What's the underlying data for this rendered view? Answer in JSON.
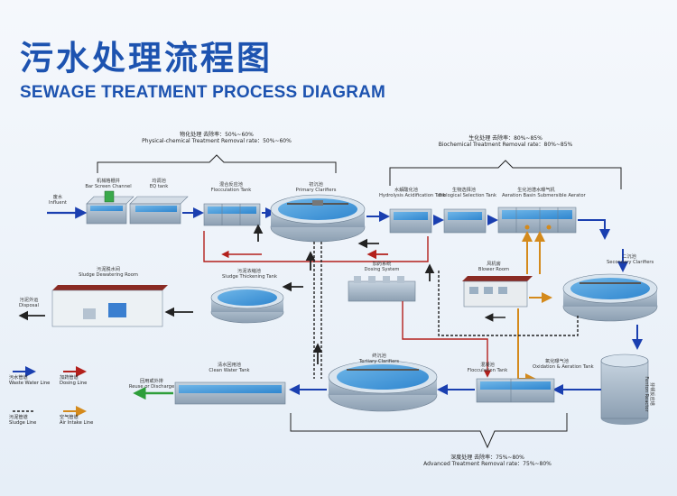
{
  "title": {
    "cn": "污水处理流程图",
    "en": "SEWAGE TREATMENT PROCESS DIAGRAM"
  },
  "stages": {
    "physchem": {
      "cn": "物化处理 去除率：50%~60%",
      "en": "Physical-chemical Treatment Removal rate：50%~60%"
    },
    "biochem": {
      "cn": "生化处理 去除率：80%~85%",
      "en": "Biochemical Treatment Removal rate：80%~85%"
    },
    "advanced": {
      "cn": "深度处理 去除率：75%~80%",
      "en": "Advanced Treatment Removal rate：75%~80%"
    }
  },
  "units": {
    "influent": {
      "cn": "废水",
      "en": "Influent"
    },
    "bar_screen": {
      "cn": "机械格栅井",
      "en": "Bar Screen Channel"
    },
    "eq_tank": {
      "cn": "均调池",
      "en": "EQ tank"
    },
    "flocculation": {
      "cn": "混合反应池",
      "en": "Flocculation Tank"
    },
    "primary": {
      "cn": "初沉池",
      "en": "Primary Clarifiers"
    },
    "hydrolysis": {
      "cn": "水解酸化池",
      "en": "Hydrolysis Acidification Tank"
    },
    "bio_selection": {
      "cn": "生物选择池",
      "en": "Biological Selection Tank"
    },
    "aeration": {
      "cn": "生化池潜水曝气机",
      "en": "Aeration Basin Submersible Aerator"
    },
    "secondary": {
      "cn": "二沉池",
      "en": "Secondary Clarifiers"
    },
    "blower": {
      "cn": "风机房",
      "en": "Blower Room"
    },
    "dosing": {
      "cn": "加药系统",
      "en": "Dosing System"
    },
    "thickening": {
      "cn": "污泥浓缩池",
      "en": "Sludge Thickening Tank"
    },
    "dewatering": {
      "cn": "污泥脱水间",
      "en": "Sludge Dewatering Room"
    },
    "disposal": {
      "cn": "污泥外运",
      "en": "Disposal"
    },
    "tertiary": {
      "cn": "终沉池",
      "en": "Tertiary Clarifiers"
    },
    "floc2": {
      "cn": "混凝池",
      "en": "Flocculation Tank"
    },
    "oxidation": {
      "cn": "氧化曝气池",
      "en": "Oxidation & Aeration Tank"
    },
    "fenton": {
      "cn": "芬顿反应塔",
      "en": "Fenton Reactor"
    },
    "clean_water": {
      "cn": "清水回用池",
      "en": "Clean Water Tank"
    },
    "reuse": {
      "cn": "回用或外排",
      "en": "Reuse or Discharge"
    }
  },
  "legend": [
    {
      "cn": "污水管道",
      "en": "Waste Water Line",
      "color": "#1a3fb0",
      "style": "arrow"
    },
    {
      "cn": "加药管道",
      "en": "Dosing Line",
      "color": "#b3201c",
      "style": "arrow"
    },
    {
      "cn": "污泥管道",
      "en": "Sludge Line",
      "color": "#222222",
      "style": "dash"
    },
    {
      "cn": "空气管道",
      "en": "Air Intake Line",
      "color": "#d48a1c",
      "style": "arrow"
    }
  ],
  "colors": {
    "water": "#1a3fb0",
    "dosing": "#b3201c",
    "sludge": "#222222",
    "air": "#d48a1c",
    "reuse": "#2e9e3a",
    "title": "#1d53b0"
  }
}
